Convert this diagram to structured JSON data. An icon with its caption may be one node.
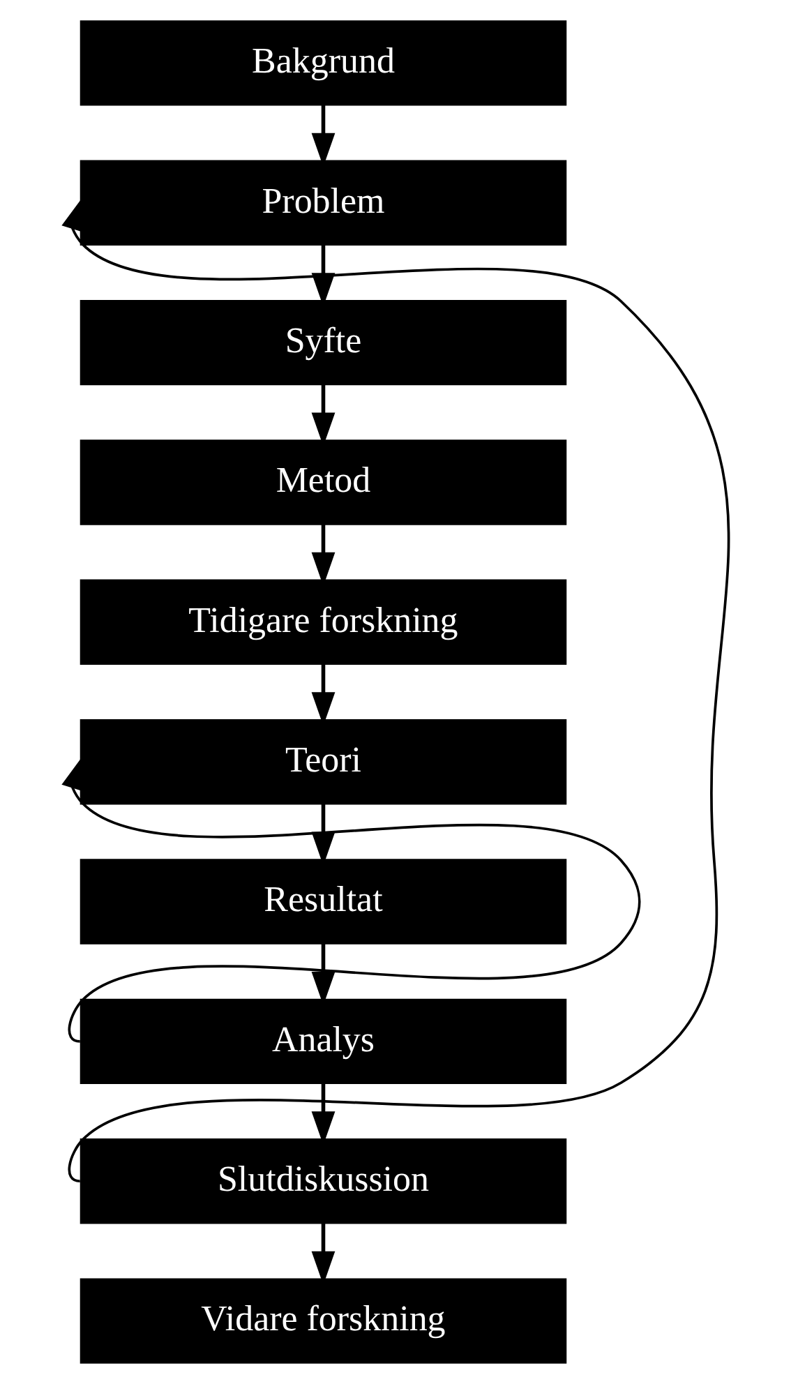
{
  "diagram": {
    "nodes": [
      {
        "text": [
          "Bakgrund"
        ]
      },
      {
        "text": [
          "Problem"
        ]
      },
      {
        "text": [
          "Syfte"
        ]
      },
      {
        "text": [
          "Metod"
        ]
      },
      {
        "text": [
          "Tidigare forskning"
        ]
      },
      {
        "text": [
          "Teori"
        ]
      },
      {
        "text": [
          "Resultat"
        ]
      },
      {
        "text": [
          "Analys"
        ]
      },
      {
        "text": [
          "Slutdiskussion"
        ]
      },
      {
        "text": [
          "Vidare forskning"
        ]
      }
    ],
    "edges": [
      {
        "from": 0,
        "to": 1,
        "arrow": "to"
      },
      {
        "from": 1,
        "to": 2,
        "arrow": "to"
      },
      {
        "from": 2,
        "to": 3,
        "arrow": "to"
      },
      {
        "from": 3,
        "to": 4,
        "arrow": "to"
      },
      {
        "from": 4,
        "to": 5,
        "arrow": "to"
      },
      {
        "from": 5,
        "to": 6,
        "arrow": "to"
      },
      {
        "from": 6,
        "to": 7,
        "arrow": "to"
      },
      {
        "from": 7,
        "to": 8,
        "arrow": "to"
      },
      {
        "from": 8,
        "to": 9,
        "arrow": "to"
      },
      {
        "from": 7,
        "to": 5,
        "arrow": "to"
      },
      {
        "from": 8,
        "to": 1,
        "arrow": "to"
      }
    ]
  }
}
